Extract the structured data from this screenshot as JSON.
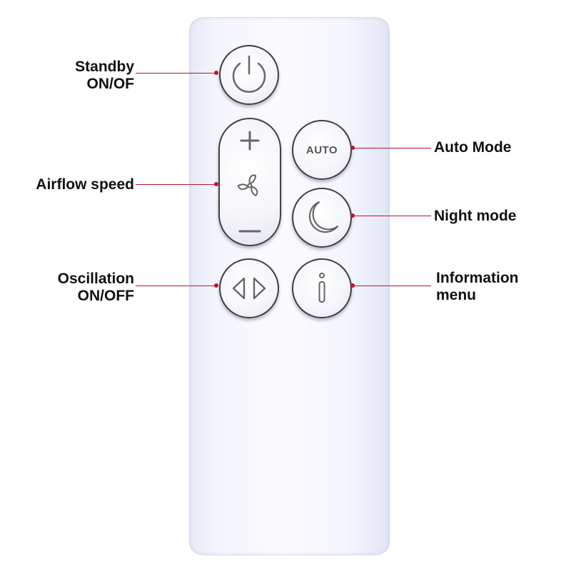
{
  "labels": {
    "standby_line1": "Standby",
    "standby_line2": "ON/OF",
    "airflow": "Airflow speed",
    "oscillation_line1": "Oscillation",
    "oscillation_line2": "ON/OFF",
    "auto_mode": "Auto Mode",
    "night_mode": "Night mode",
    "information_line1": "Information",
    "information_line2": "menu"
  },
  "buttons": {
    "auto_text": "AUTO"
  },
  "icons": {
    "standby": "power-icon",
    "speed_up": "plus-icon",
    "fan": "fan-icon",
    "speed_down": "minus-icon",
    "auto": "auto-text",
    "night": "moon-icon",
    "oscillation": "left-right-arrows-icon",
    "information": "info-icon"
  },
  "colors": {
    "leader": "#c8102e",
    "remote_body": "#f3f4fd",
    "button_outline": "#3f3f44",
    "icon": "#66666a"
  }
}
